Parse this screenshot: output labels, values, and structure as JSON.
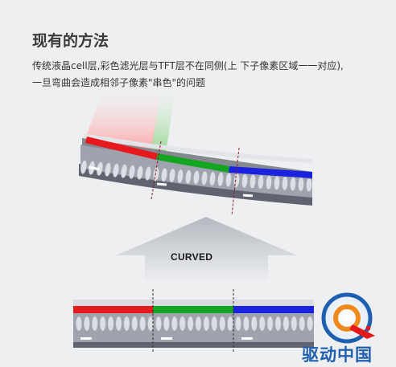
{
  "heading": "现有的方法",
  "description": {
    "line1": "传统液晶cell层,彩色滤光层与TFT层不在同侧(上 下子像素区域一一对应),",
    "line2": "一旦弯曲会造成相邻子像素\"串色\"的问题"
  },
  "arrow_label": "CURVED",
  "logo": {
    "text": "驱动中国",
    "letter": "Q"
  },
  "colors": {
    "red": "#e8191d",
    "green": "#14a523",
    "blue": "#1a22e0",
    "panel_gray": "#9ea3ad",
    "brand_blue": "#1f5fb0",
    "brand_orange": "#f08a1c"
  },
  "icons": {
    "arrow": "up-arrow-icon",
    "logo": "q-logo-icon"
  }
}
